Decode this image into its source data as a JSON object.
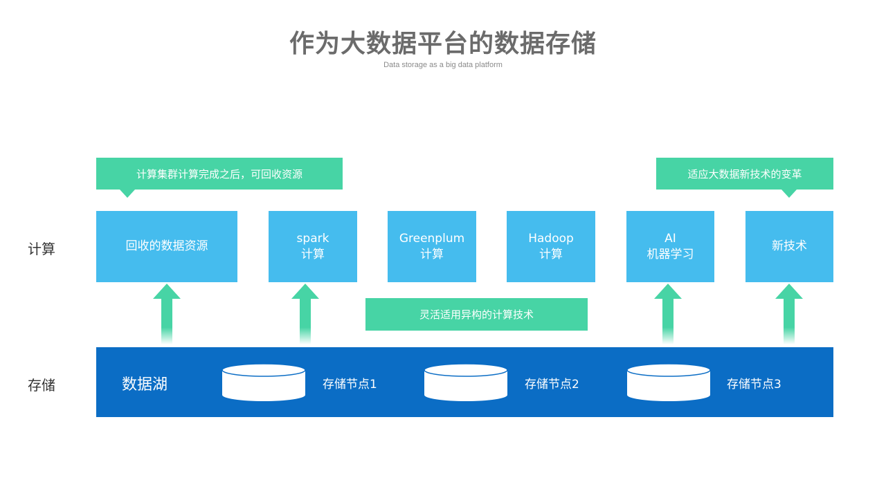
{
  "title": "作为大数据平台的数据存储",
  "subtitle": "Data storage as a big data platform",
  "rows": {
    "compute": "计算",
    "storage": "存储"
  },
  "callouts": {
    "left": "计算集群计算完成之后，可回收资源",
    "right": "适应大数据新技术的变革",
    "middle": "灵活适用异构的计算技术"
  },
  "compute_boxes": [
    {
      "line1": "回收的数据资源",
      "line2": ""
    },
    {
      "line1": "spark",
      "line2": "计算"
    },
    {
      "line1": "Greenplum",
      "line2": "计算"
    },
    {
      "line1": "Hadoop",
      "line2": "计算"
    },
    {
      "line1": "AI",
      "line2": "机器学习"
    },
    {
      "line1": "新技术",
      "line2": ""
    }
  ],
  "data_lake": {
    "label": "数据湖",
    "nodes": [
      "存储节点1",
      "存储节点2",
      "存储节点3"
    ]
  },
  "colors": {
    "title": "#6b6b6b",
    "callout": "#47d4a5",
    "box": "#45bcee",
    "lake": "#0b6dc5"
  }
}
